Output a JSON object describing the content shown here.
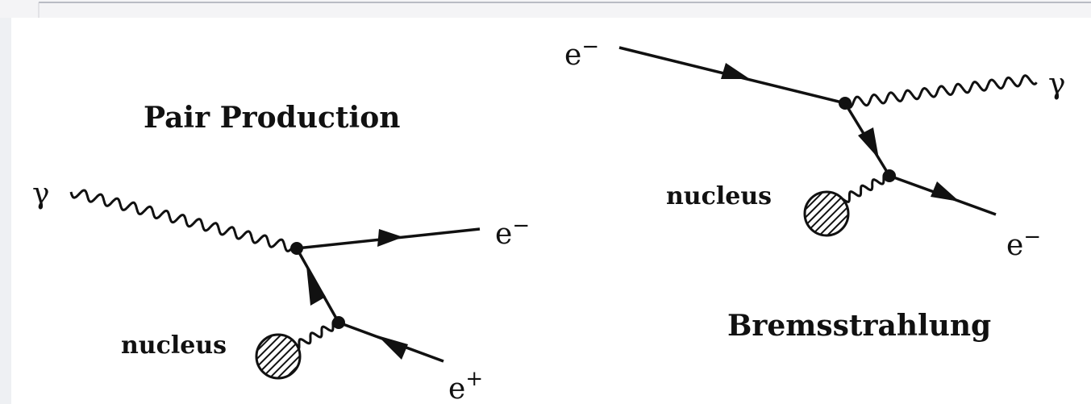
{
  "diagrams": [
    {
      "title": "Pair Production",
      "labels": {
        "photon": "γ",
        "nucleus": "nucleus",
        "electron": "e",
        "electron_sign": "−",
        "positron": "e",
        "positron_sign": "+"
      }
    },
    {
      "title": "Bremsstrahlung",
      "labels": {
        "electron_in": "e",
        "electron_in_sign": "−",
        "photon": "γ",
        "nucleus": "nucleus",
        "electron_out": "e",
        "electron_out_sign": "−"
      }
    }
  ]
}
